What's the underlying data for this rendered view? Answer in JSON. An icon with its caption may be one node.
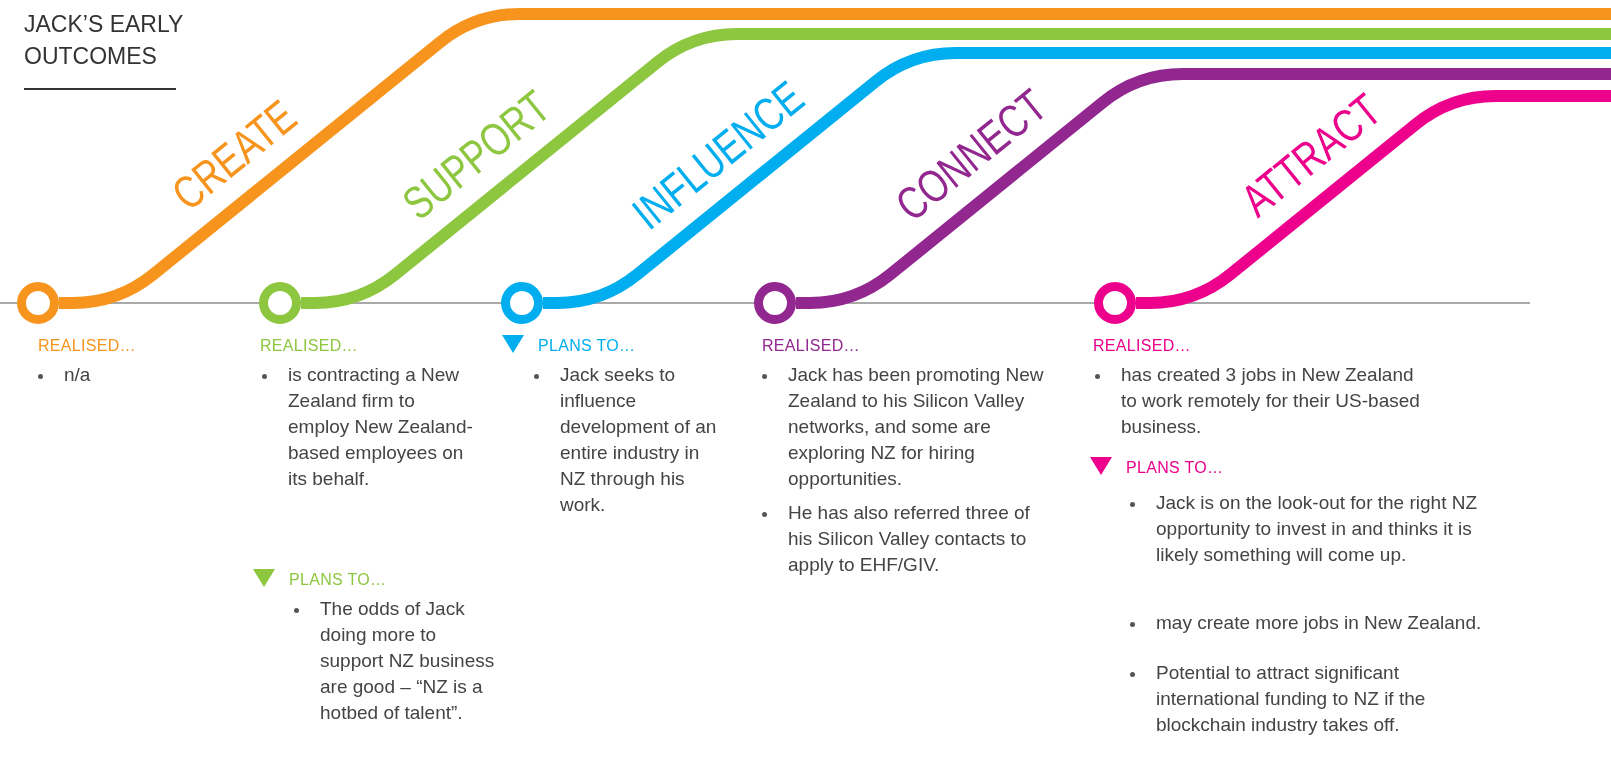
{
  "diagram": {
    "title": "JACK’S EARLY OUTCOMES",
    "nodes": [
      {
        "text": [],
        "shape": "circle"
      },
      {
        "text": [],
        "shape": "circle"
      },
      {
        "text": [],
        "shape": "circle"
      },
      {
        "text": [],
        "shape": "circle"
      },
      {
        "text": [],
        "shape": "circle"
      }
    ],
    "edges": [
      {
        "from": 0,
        "to": null,
        "arrow": "none",
        "label": "CREATE",
        "color": "#f7941d"
      },
      {
        "from": 1,
        "to": null,
        "arrow": "none",
        "label": "SUPPORT",
        "color": "#8dc63f"
      },
      {
        "from": 2,
        "to": null,
        "arrow": "none",
        "label": "INFLUENCE",
        "color": "#00aeef"
      },
      {
        "from": 3,
        "to": null,
        "arrow": "none",
        "label": "CONNECT",
        "color": "#92278f"
      },
      {
        "from": 4,
        "to": null,
        "arrow": "none",
        "label": "ATTRACT",
        "color": "#ec008c"
      }
    ],
    "labels": [
      "REALISED…",
      "n/a",
      "REALISED…",
      "is contracting a New Zealand firm to employ New Zealand-based employees on its behalf.",
      "PLANS TO…",
      "The odds of Jack doing more to support NZ business are good – “NZ is a hotbed of talent”.",
      "PLANS TO…",
      "Jack seeks to influence development of an entire industry in NZ through his work.",
      "REALISED…",
      "Jack has been promoting New Zealand to his Silicon Valley networks, and some are exploring NZ for hiring opportunities.",
      "He has also referred three of his Silicon Valley contacts to apply to EHF/GIV.",
      "REALISED…",
      "has created 3 jobs in New Zealand to work remotely for their US-based business.",
      "PLANS TO…",
      "Jack is on the look-out for the right NZ opportunity to invest in and thinks it is likely something will come up.",
      "may create more jobs in New Zealand.",
      "Potential to attract significant international funding to NZ if the blockchain industry takes off."
    ]
  }
}
